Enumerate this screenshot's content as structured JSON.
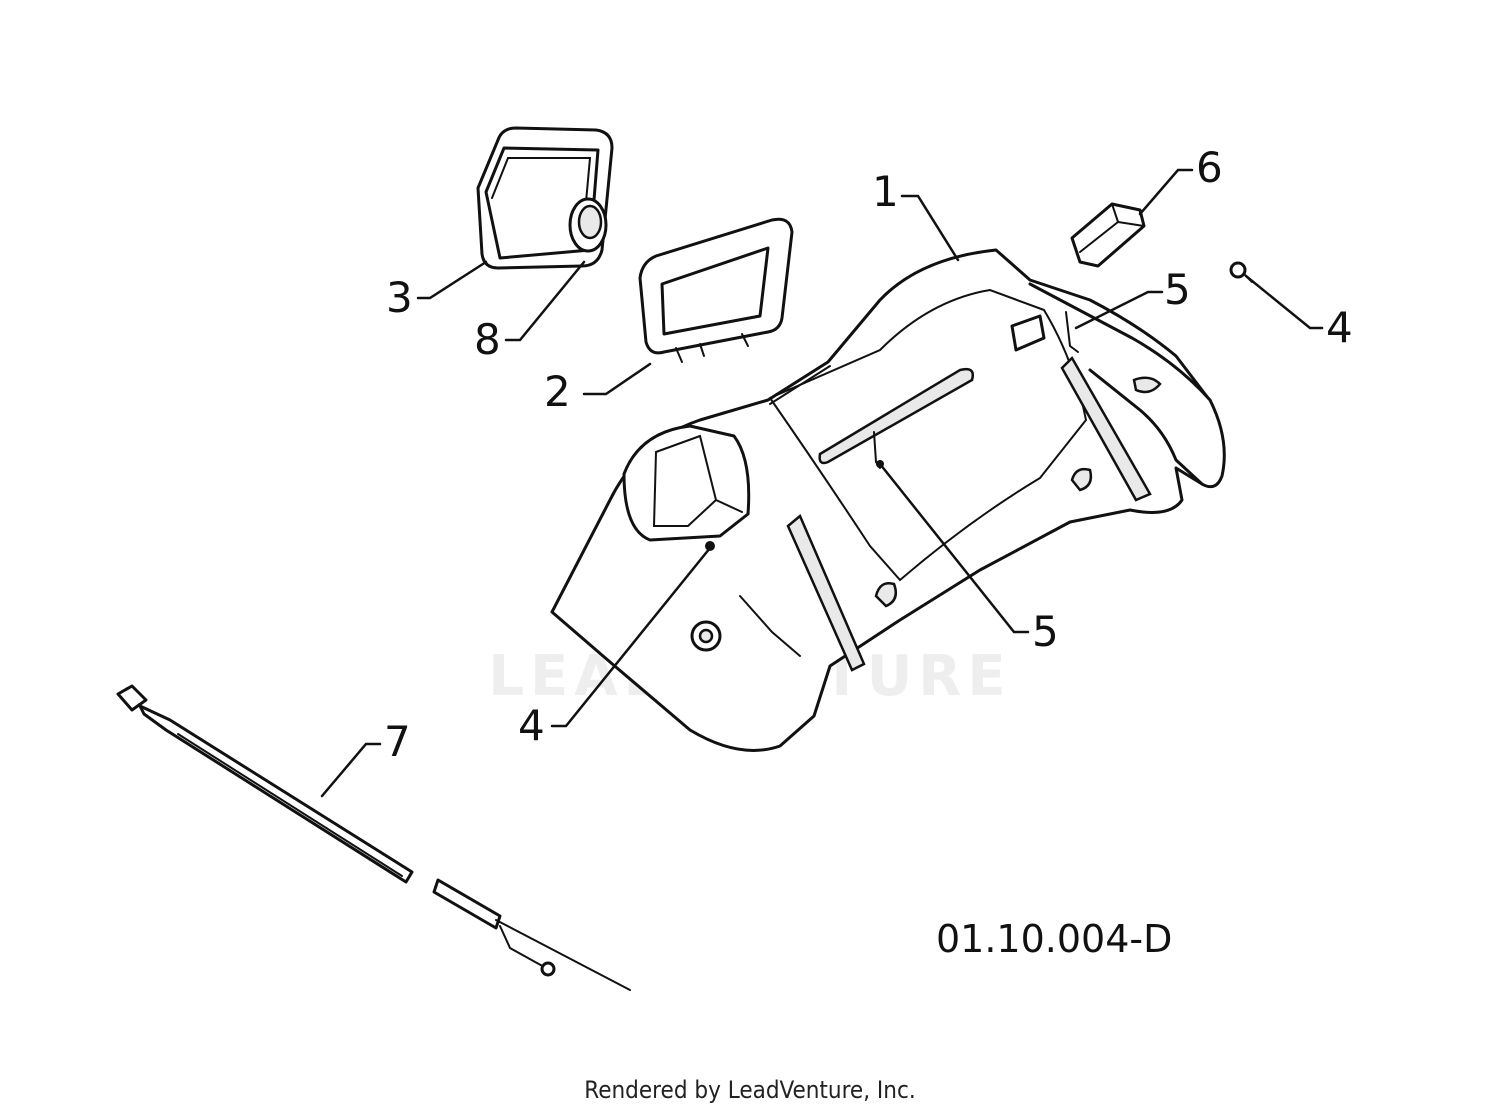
{
  "callouts": {
    "c1": "1",
    "c2": "2",
    "c3": "3",
    "c4a": "4",
    "c4b": "4",
    "c5a": "5",
    "c5b": "5",
    "c6": "6",
    "c7": "7",
    "c8": "8"
  },
  "reference_code": "01.10.004-D",
  "watermark": "LEADVENTURE",
  "footer": "Rendered by LeadVenture, Inc."
}
